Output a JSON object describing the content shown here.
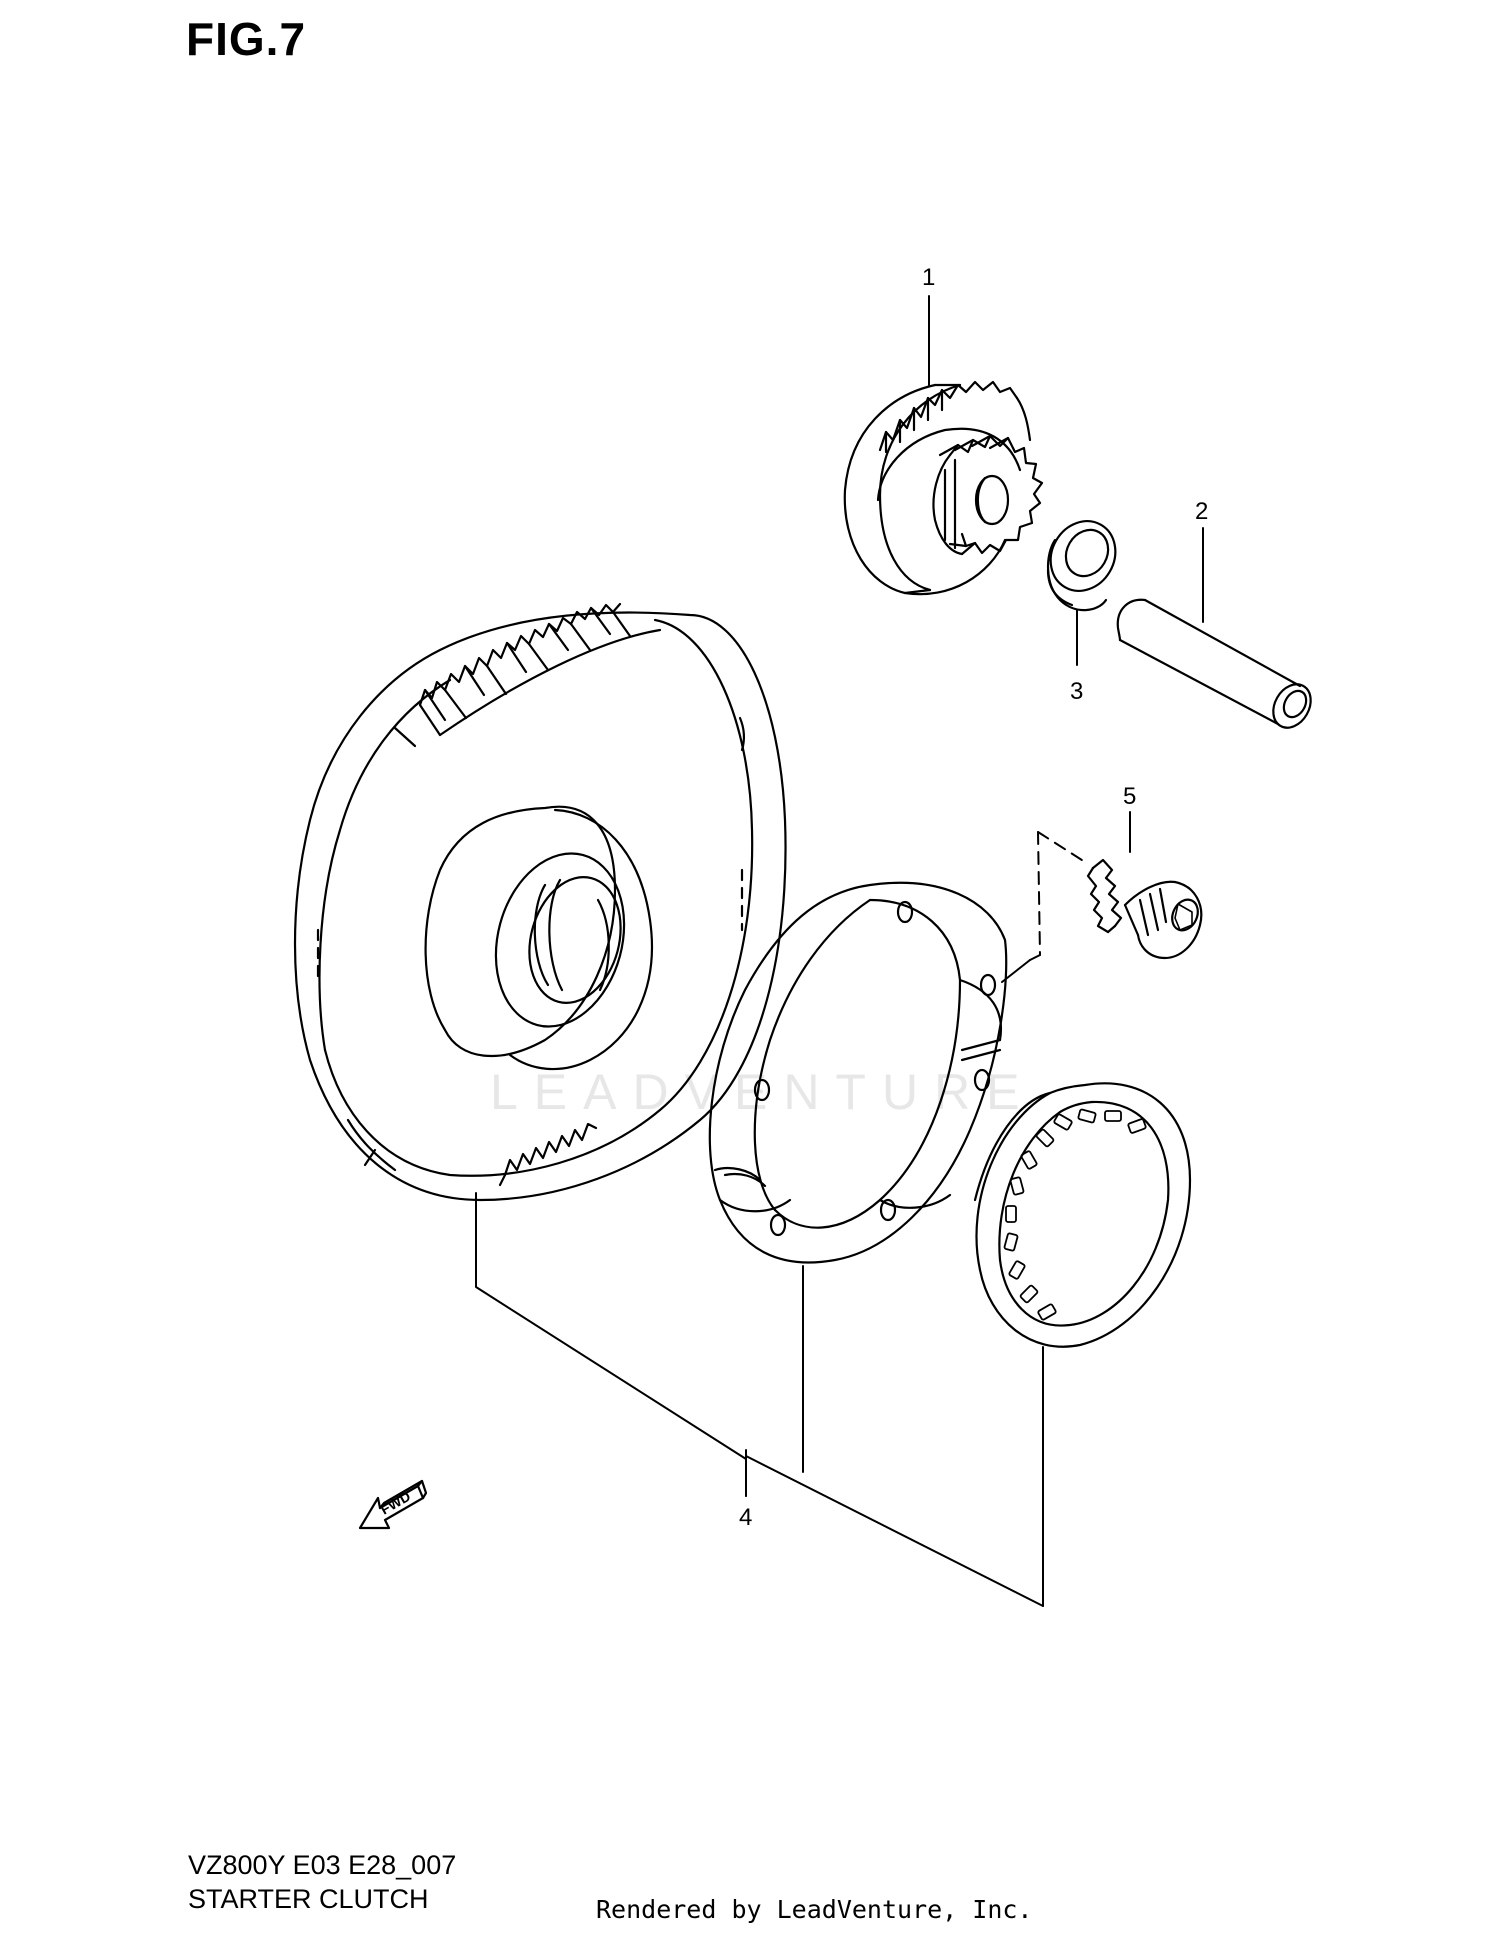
{
  "figure": {
    "title": "FIG.7"
  },
  "callouts": [
    {
      "id": "1",
      "label": "1"
    },
    {
      "id": "2",
      "label": "2"
    },
    {
      "id": "3",
      "label": "3"
    },
    {
      "id": "4",
      "label": "4"
    },
    {
      "id": "5",
      "label": "5"
    }
  ],
  "fwd_indicator": {
    "label": "FWD"
  },
  "footer": {
    "model_code": "VZ800Y E03 E28_007",
    "assembly_name": "STARTER CLUTCH",
    "rendered_by": "Rendered by LeadVenture, Inc."
  },
  "watermark": {
    "text": "LEADVENTURE"
  }
}
